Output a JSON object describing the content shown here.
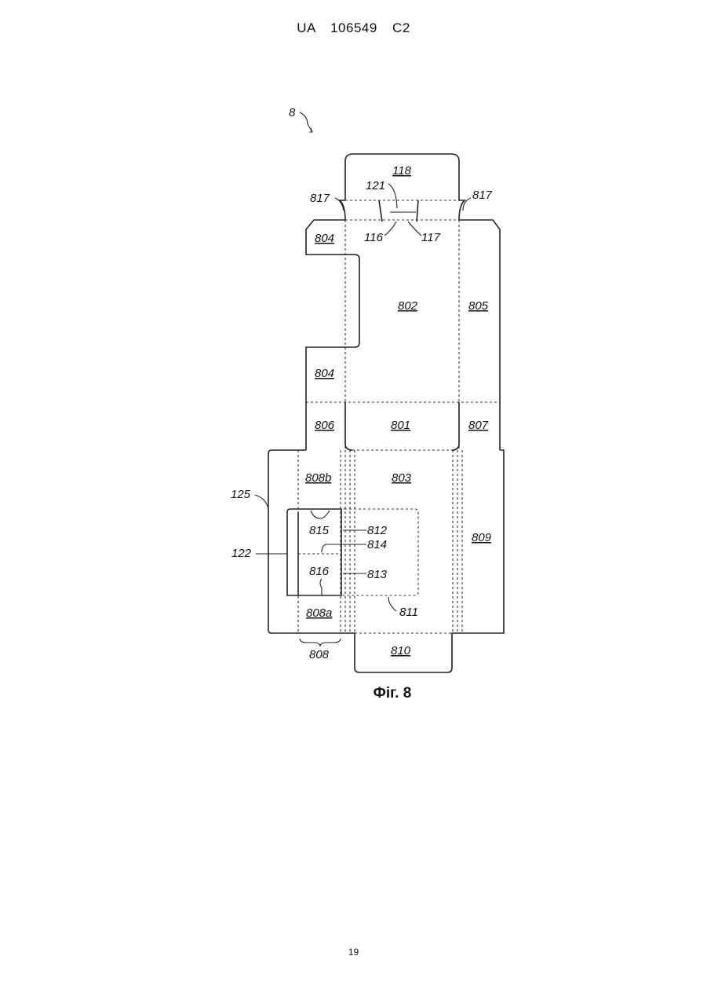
{
  "header": {
    "text": "UA 106549 C2"
  },
  "figure": {
    "ref_main": "8",
    "caption": "Фіг. 8",
    "panels": {
      "p118": "118",
      "p121": "121",
      "p116": "116",
      "p117": "117",
      "p817_left": "817",
      "p817_right": "817",
      "p804_top": "804",
      "p804_bottom": "804",
      "p802": "802",
      "p805": "805",
      "p806": "806",
      "p801": "801",
      "p807": "807",
      "p808b": "808b",
      "p803": "803",
      "p809": "809",
      "p125": "125",
      "p122": "122",
      "p815": "815",
      "p816": "816",
      "p812": "812",
      "p814": "814",
      "p813": "813",
      "p808a": "808a",
      "p811": "811",
      "p810": "810",
      "p808": "808"
    }
  },
  "footer": {
    "page_number": "19"
  }
}
